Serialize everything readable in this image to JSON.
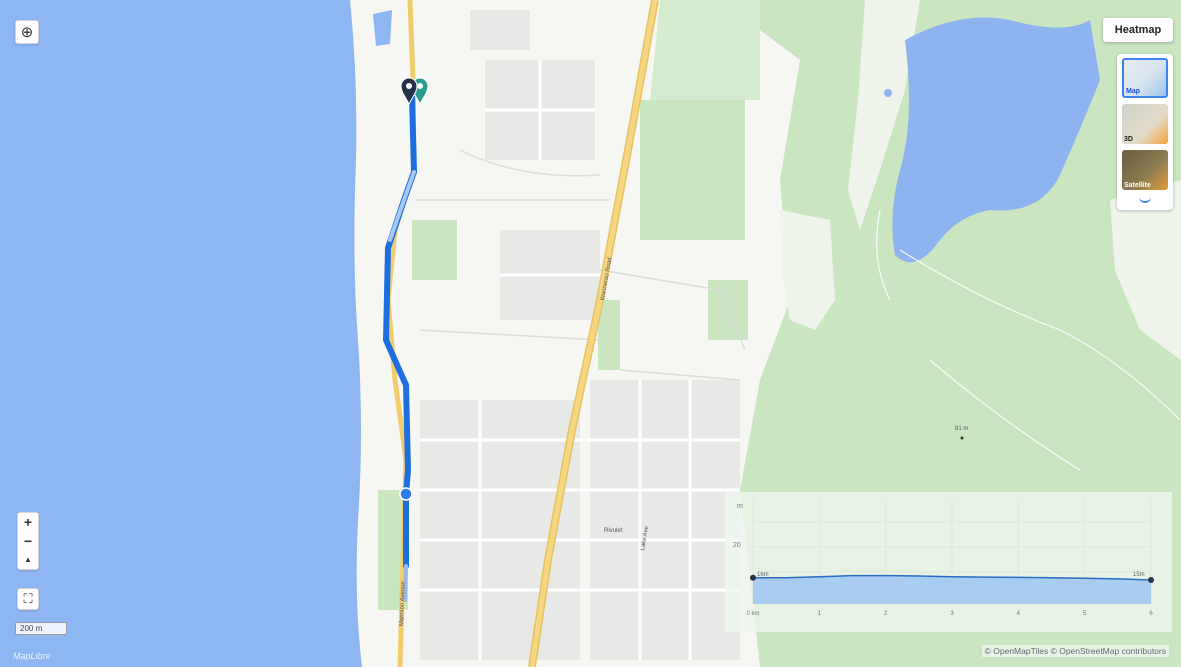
{
  "controls": {
    "locate_icon": "crosshair-icon",
    "zoom_in_label": "+",
    "zoom_out_label": "−",
    "compass_label": "▲",
    "fullscreen_icon": "fullscreen-icon",
    "scale_label": "200 m"
  },
  "branding": {
    "logo_text": "MapLibre"
  },
  "top_right": {
    "heatmap_label": "Heatmap"
  },
  "layers": {
    "items": [
      {
        "label": "Map",
        "selected": true
      },
      {
        "label": "3D",
        "selected": false
      },
      {
        "label": "Satellite",
        "selected": false
      }
    ]
  },
  "map_labels": {
    "road_main": "Wanneroo Road",
    "road_coast": "Marmion Avenue",
    "street_a": "Rivulet",
    "street_b": "Lake Ave",
    "peak": "81 m"
  },
  "elevation_profile": {
    "y_unit": "m",
    "y_tick": "20",
    "start_label": "16m",
    "end_label": "15m",
    "x_ticks": [
      "0 km",
      "1",
      "2",
      "3",
      "4",
      "5",
      "6"
    ],
    "points": [
      16,
      16,
      16.5,
      17,
      17,
      16.8,
      16.5,
      16.3,
      16.2,
      16,
      15.8,
      15.5,
      15
    ]
  },
  "colors": {
    "ocean": "#8db6f3",
    "lake": "#8db3f0",
    "park": "#c8e5c0",
    "route": "#2b7de9",
    "road_major": "#f2cb6a",
    "marker_start": "#2a9d8f",
    "marker_end": "#24334a"
  },
  "attribution": "© OpenMapTiles © OpenStreetMap contributors"
}
